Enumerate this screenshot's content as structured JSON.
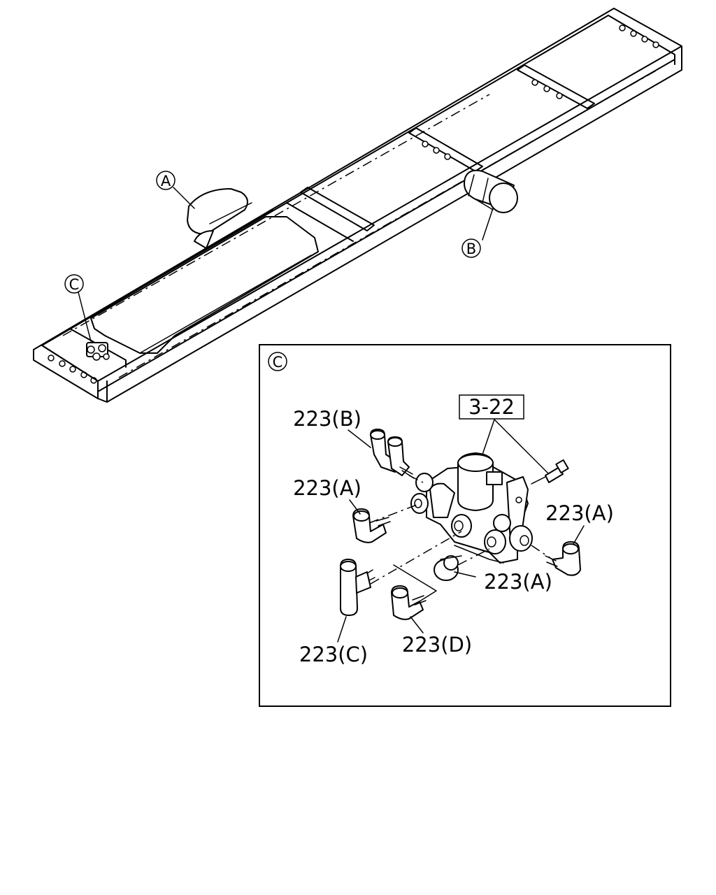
{
  "callouts": {
    "a": "A",
    "b": "B",
    "c": "C",
    "detail_c": "C"
  },
  "detail": {
    "ref_box": "3-22",
    "part_b": "223(B)",
    "part_a_left": "223(A)",
    "part_a_right": "223(A)",
    "part_a_bottom": "223(A)",
    "part_c": "223(C)",
    "part_d": "223(D)"
  }
}
